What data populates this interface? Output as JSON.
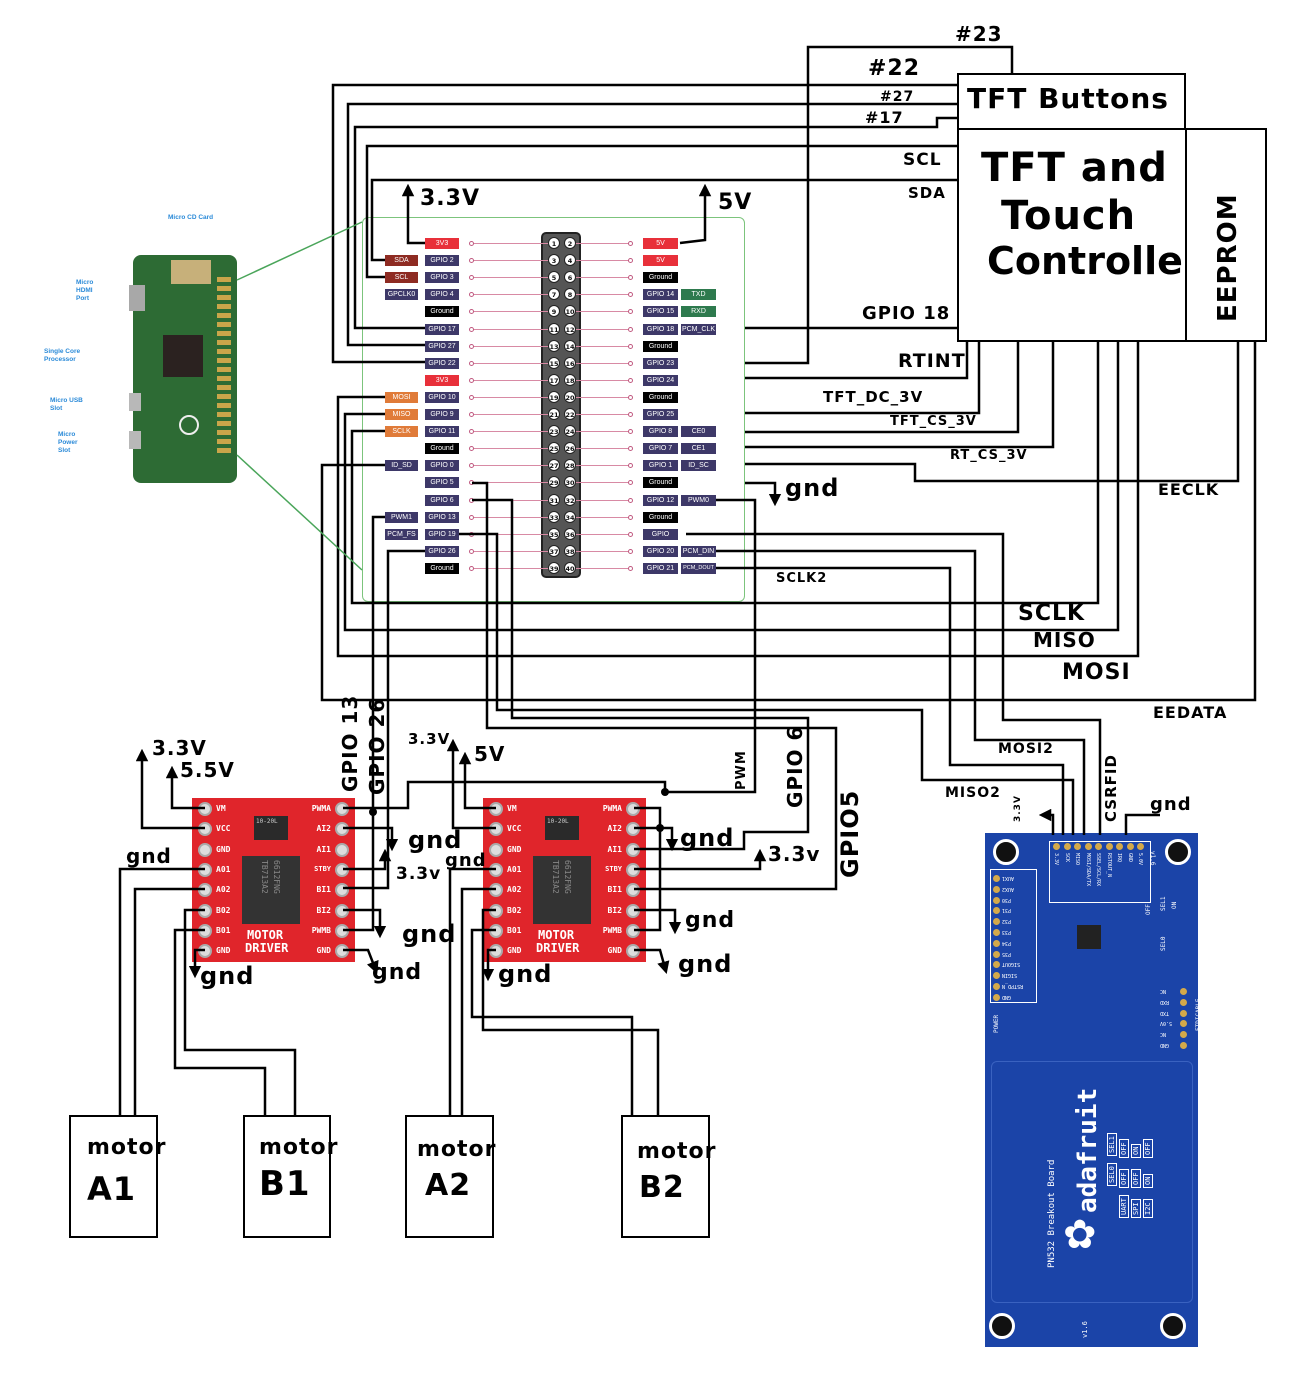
{
  "colors": {
    "wire": "#000000",
    "power": "#e8303a",
    "ground": "#000000",
    "gpio": "#3d3868",
    "i2c": "#8e2b22",
    "spi": "#e07b39",
    "uart": "#2e7a4e",
    "board_outline": "#7cc47c",
    "pi_pcb": "#2d6b34",
    "motor_driver": "#e0252b",
    "pn532": "#1b44a8",
    "zero_label": "#2a8ad8"
  },
  "pi_zero": {
    "labels": {
      "sd": "Micro CD Card",
      "hdmi": "Micro HDMI Port",
      "cpu": "Single Core Processor",
      "usb": "Micro USB Slot",
      "power": "Micro Power Slot"
    }
  },
  "header": {
    "left": [
      {
        "pin": "1",
        "label": "3V3",
        "type": "power"
      },
      {
        "pin": "3",
        "label": "GPIO 2",
        "alt": "SDA",
        "alt_type": "i2c",
        "type": "gpio"
      },
      {
        "pin": "5",
        "label": "GPIO 3",
        "alt": "SCL",
        "alt_type": "i2c",
        "type": "gpio"
      },
      {
        "pin": "7",
        "label": "GPIO 4",
        "alt": "GPCLK0",
        "alt_type": "gpio",
        "type": "gpio"
      },
      {
        "pin": "9",
        "label": "Ground",
        "type": "ground"
      },
      {
        "pin": "11",
        "label": "GPIO 17",
        "type": "gpio"
      },
      {
        "pin": "13",
        "label": "GPIO 27",
        "type": "gpio"
      },
      {
        "pin": "15",
        "label": "GPIO 22",
        "type": "gpio"
      },
      {
        "pin": "17",
        "label": "3V3",
        "type": "power"
      },
      {
        "pin": "19",
        "label": "GPIO 10",
        "alt": "MOSI",
        "alt_type": "spi",
        "type": "gpio"
      },
      {
        "pin": "21",
        "label": "GPIO 9",
        "alt": "MISO",
        "alt_type": "spi",
        "type": "gpio"
      },
      {
        "pin": "23",
        "label": "GPIO 11",
        "alt": "SCLK",
        "alt_type": "spi",
        "type": "gpio"
      },
      {
        "pin": "25",
        "label": "Ground",
        "type": "ground"
      },
      {
        "pin": "27",
        "label": "GPIO 0",
        "alt": "ID_SD",
        "alt_type": "gpio",
        "type": "gpio"
      },
      {
        "pin": "29",
        "label": "GPIO 5",
        "type": "gpio"
      },
      {
        "pin": "31",
        "label": "GPIO 6",
        "type": "gpio"
      },
      {
        "pin": "33",
        "label": "GPIO 13",
        "alt": "PWM1",
        "alt_type": "gpio",
        "type": "gpio"
      },
      {
        "pin": "35",
        "label": "GPIO 19",
        "alt": "PCM_FS",
        "alt_type": "gpio",
        "type": "gpio"
      },
      {
        "pin": "37",
        "label": "GPIO 26",
        "type": "gpio"
      },
      {
        "pin": "39",
        "label": "Ground",
        "type": "ground"
      }
    ],
    "right": [
      {
        "pin": "2",
        "label": "5V",
        "type": "power"
      },
      {
        "pin": "4",
        "label": "5V",
        "type": "power"
      },
      {
        "pin": "6",
        "label": "Ground",
        "type": "ground"
      },
      {
        "pin": "8",
        "label": "GPIO 14",
        "alt": "TXD",
        "alt_type": "uart",
        "type": "gpio"
      },
      {
        "pin": "10",
        "label": "GPIO 15",
        "alt": "RXD",
        "alt_type": "uart",
        "type": "gpio"
      },
      {
        "pin": "12",
        "label": "GPIO 18",
        "alt": "PCM_CLK",
        "alt_type": "gpio",
        "type": "gpio"
      },
      {
        "pin": "14",
        "label": "Ground",
        "type": "ground"
      },
      {
        "pin": "16",
        "label": "GPIO 23",
        "type": "gpio"
      },
      {
        "pin": "18",
        "label": "GPIO 24",
        "type": "gpio"
      },
      {
        "pin": "20",
        "label": "Ground",
        "type": "ground"
      },
      {
        "pin": "22",
        "label": "GPIO 25",
        "type": "gpio"
      },
      {
        "pin": "24",
        "label": "GPIO 8",
        "alt": "CE0",
        "alt_type": "gpio",
        "type": "gpio"
      },
      {
        "pin": "26",
        "label": "GPIO 7",
        "alt": "CE1",
        "alt_type": "gpio",
        "type": "gpio"
      },
      {
        "pin": "28",
        "label": "GPIO 1",
        "alt": "ID_SC",
        "alt_type": "gpio",
        "type": "gpio"
      },
      {
        "pin": "30",
        "label": "Ground",
        "type": "ground"
      },
      {
        "pin": "32",
        "label": "GPIO 12",
        "alt": "PWM0",
        "alt_type": "gpio",
        "type": "gpio"
      },
      {
        "pin": "34",
        "label": "Ground",
        "type": "ground"
      },
      {
        "pin": "36",
        "label": "GPIO",
        "type": "gpio"
      },
      {
        "pin": "38",
        "label": "GPIO 20",
        "alt": "PCM_DIN",
        "alt_type": "gpio",
        "type": "gpio"
      },
      {
        "pin": "40",
        "label": "GPIO 21",
        "alt": "PCM_DOUT",
        "alt_type": "gpio",
        "type": "gpio"
      }
    ]
  },
  "tft": {
    "buttons_title": "TFT Buttons",
    "title_lines": [
      "TFT and",
      "Touch",
      "Controller"
    ],
    "eeprom": "EEPROM"
  },
  "labels": {
    "b23": "#23",
    "b22": "#22",
    "b27": "#27",
    "b17": "#17",
    "scl": "SCL",
    "sda": "SDA",
    "gpio18": "GPIO 18",
    "rtint": "RTINT",
    "tft_dc": "TFT_DC_3V",
    "tft_cs": "TFT_CS_3V",
    "rt_cs": "RT_CS_3V",
    "eeclk": "EECLK",
    "gnd_pwm0": "gnd",
    "sclk2": "SCLK2",
    "sclk": "SCLK",
    "miso": "MISO",
    "mosi": "MOSI",
    "eedata": "EEDATA",
    "mosi2": "MOSI2",
    "miso2": "MISO2",
    "rfid_33": "3.3V",
    "csrfid": "CSRFID",
    "rfid_gnd": "gnd",
    "pi_33": "3.3V",
    "pi_5": "5V",
    "m1_33": "3.3V",
    "m1_55": "5.5V",
    "gpio13": "GPIO 13",
    "gpio26": "GPIO 26",
    "m1_gnd_l": "gnd",
    "m1_gnd_ai2": "gnd",
    "m1_stby": "3.3v",
    "m1_gnd_bi2": "gnd",
    "m1_gnd_r": "gnd",
    "m1_gnd_b": "gnd",
    "m2_33": "3.3V",
    "m2_5": "5V",
    "pwm": "PWM",
    "gpio6": "GPIO 6",
    "gpio5": "GPIO5",
    "m2_gnd_l": "gnd",
    "m2_gnd_ai2": "gnd",
    "m2_stby": "3.3v",
    "m2_gnd_bi2": "gnd",
    "m2_gnd_r": "gnd",
    "m2_gnd_b": "gnd"
  },
  "motor_driver": {
    "left_pins": [
      "VM",
      "VCC",
      "GND",
      "A01",
      "A02",
      "B02",
      "B01",
      "GND"
    ],
    "right_pins": [
      "PWMA",
      "AI2",
      "AI1",
      "STBY",
      "BI1",
      "BI2",
      "PWMB",
      "GND"
    ],
    "chip": [
      "TB713A2",
      "6612FNG"
    ],
    "capacitor": "10-20L",
    "title": [
      "MOTOR",
      "DRIVER"
    ]
  },
  "motors": [
    {
      "line1": "motor",
      "line2": "A1"
    },
    {
      "line1": "motor",
      "line2": "B1"
    },
    {
      "line1": "motor",
      "line2": "A2"
    },
    {
      "line1": "motor",
      "line2": "B2"
    }
  ],
  "pn532": {
    "top_pins": [
      "3.3V",
      "SCK",
      "MISO",
      "MOSI/SDA/TX",
      "SSEL/SCL/RX",
      "RSTOUT_N",
      "IRQ",
      "GND",
      "5.0V"
    ],
    "version": "v1.6",
    "left_pins": [
      "AUX1",
      "AUX2",
      "P30",
      "P31",
      "P32",
      "P33",
      "P34",
      "P35",
      "SIGOUT",
      "SIGIN",
      "RSTPD_N",
      "GND"
    ],
    "right_pins": [
      "NC",
      "RXD",
      "TXD",
      "5.0V",
      "NC",
      "GND"
    ],
    "ftdi": "FTDICABLE",
    "sel1": "SEL1",
    "sel0": "SEL0",
    "off": "OFF",
    "on": "ON",
    "power": "POWER",
    "board_name": "PN532 Breakout Board",
    "brand": "adafruit",
    "table": [
      [
        "SEL0",
        "SEL1"
      ],
      [
        "UART",
        "OFF",
        "OFF"
      ],
      [
        "SPI",
        "OFF",
        "ON"
      ],
      [
        "I2C",
        "ON",
        "OFF"
      ]
    ]
  }
}
